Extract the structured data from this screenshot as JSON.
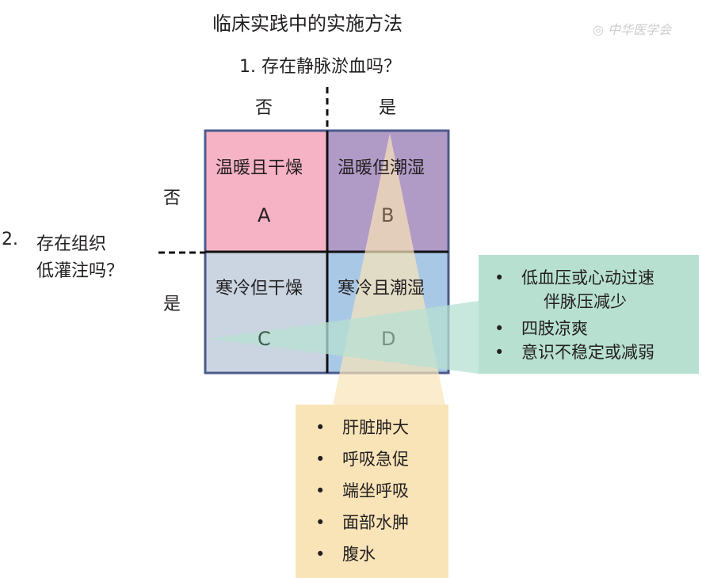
{
  "title": "临床实践中的实施方法",
  "logo_text": "中华医学会",
  "question1": "1. 存在静脉淤血吗？",
  "question2": {
    "number": "2.",
    "line1": "存在组织",
    "line2": "低灌注吗？"
  },
  "col_labels": [
    "否",
    "是"
  ],
  "row_labels": [
    "否",
    "是"
  ],
  "quadrants": [
    {
      "label": "温暖且干燥",
      "letter": "A",
      "color": "#f6b3c6"
    },
    {
      "label": "温暖但潮湿",
      "letter": "B",
      "color": "#b09bc7"
    },
    {
      "label": "寒冷但干燥",
      "letter": "C",
      "color": "#cbd5e1"
    },
    {
      "label": "寒冷且潮湿",
      "letter": "D",
      "color": "#a9c8e6"
    }
  ],
  "hypoperfusion_signs": [
    "低血压或心动过速",
    "伴脉压减少",
    "四肢凉爽",
    "意识不稳定或减弱"
  ],
  "congestion_signs": [
    "肝脏肿大",
    "呼吸急促",
    "端坐呼吸",
    "面部水肿",
    "腹水"
  ],
  "colors": {
    "border": "#4b5a8a",
    "green": "#b7e0d1",
    "yellow": "#f9e4b8"
  }
}
